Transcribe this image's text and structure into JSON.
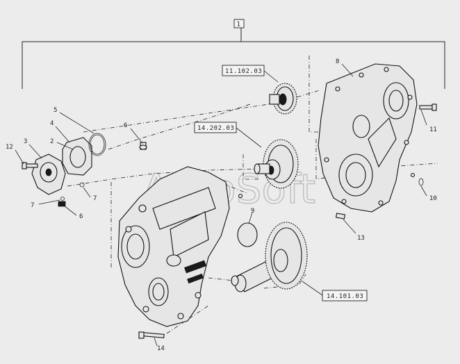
{
  "watermark": "AutoSoft",
  "group_label": "1",
  "references": {
    "ref_top": "11.102.03",
    "ref_mid": "14.202.03",
    "ref_bottom": "14.101.03"
  },
  "callouts": {
    "c2": "2",
    "c3": "3",
    "c4": "4",
    "c5": "5",
    "c6a": "6",
    "c6b": "6",
    "c7a": "7",
    "c7b": "7",
    "c8": "8",
    "c9": "9",
    "c10": "10",
    "c11": "11",
    "c12": "12",
    "c13": "13",
    "c14": "14"
  }
}
